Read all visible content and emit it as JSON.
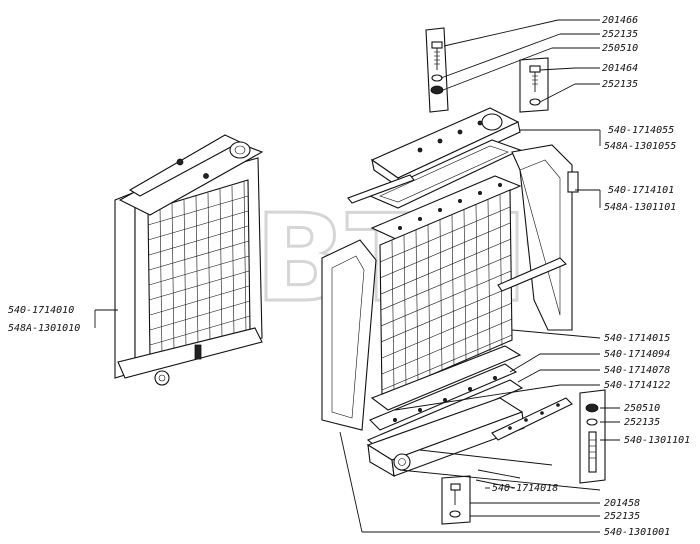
{
  "watermark": {
    "text": "ВТЛ",
    "mark": "®"
  },
  "labels": {
    "l201466": "201466",
    "l252135a": "252135",
    "l250510a": "250510",
    "l201464": "201464",
    "l252135b": "252135",
    "l540_1714055": "540-1714055",
    "l548A_1301055": "548А-1301055",
    "l540_1714101": "540-1714101",
    "l548A_1301101": "548А-1301101",
    "l540_1714010": "540-1714010",
    "l548A_1301010": "548А-1301010",
    "l540_1714015": "540-1714015",
    "l540_1714094": "540-1714094",
    "l540_1714078": "540-1714078",
    "l540_1714122": "540-1714122",
    "l250510b": "250510",
    "l252135c": "252135",
    "l540_1301101": "540-1301101",
    "l540_1714018": "540-1714018",
    "l201458": "201458",
    "l252135d": "252135",
    "l540_1301001": "540-1301001"
  }
}
